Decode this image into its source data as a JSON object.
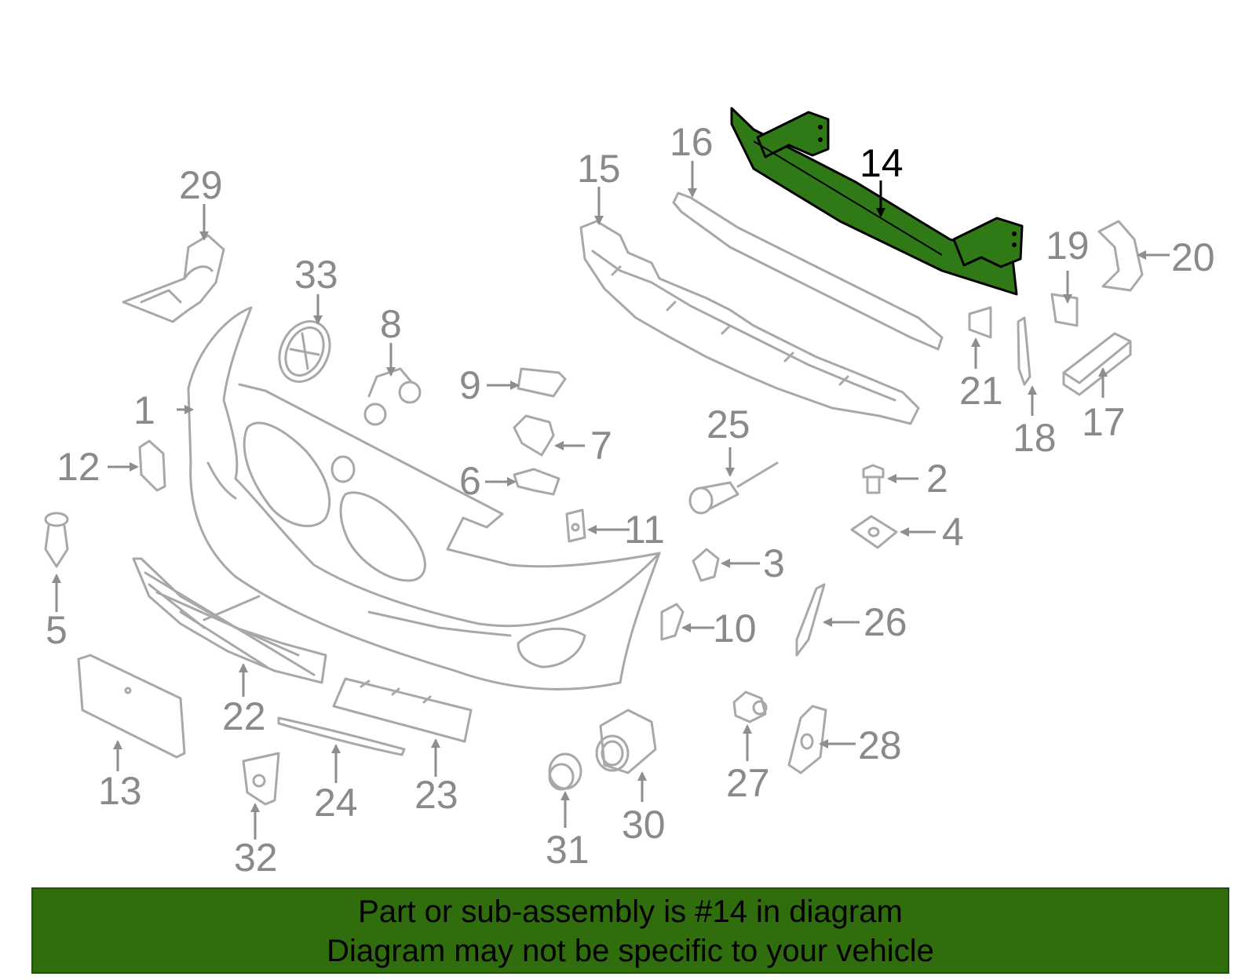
{
  "diagram": {
    "highlighted_part": "14",
    "callouts": [
      "1",
      "2",
      "3",
      "4",
      "5",
      "6",
      "7",
      "8",
      "9",
      "10",
      "11",
      "12",
      "13",
      "14",
      "15",
      "16",
      "17",
      "18",
      "19",
      "20",
      "21",
      "22",
      "23",
      "24",
      "25",
      "26",
      "27",
      "28",
      "29",
      "30",
      "31",
      "32",
      "33"
    ],
    "colors": {
      "highlight": "#2f7a17",
      "banner": "#2f6d0d",
      "part_outline": "#a8a8a8",
      "callout_text": "#8a8a8a"
    }
  },
  "banner": {
    "line1": "Part or sub-assembly is #14 in diagram",
    "line2": "Diagram may not be specific to your vehicle"
  }
}
